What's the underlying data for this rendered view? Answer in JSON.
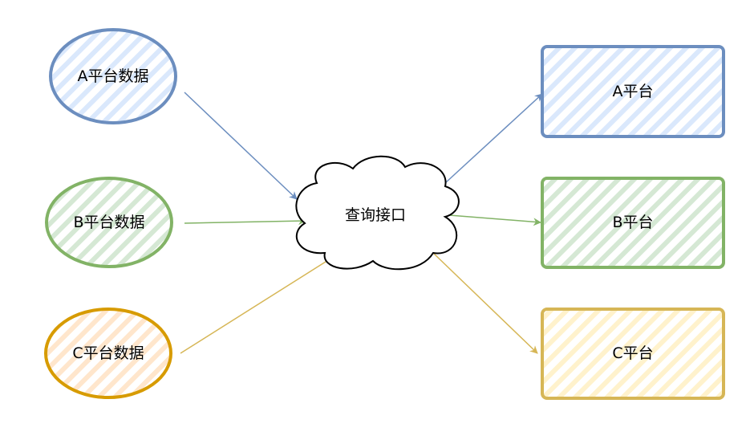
{
  "sources": [
    {
      "label": "A平台数据",
      "stroke": "#6c8ebf",
      "fill": "#dae8fc"
    },
    {
      "label": "B平台数据",
      "stroke": "#82b366",
      "fill": "#d5e8d4"
    },
    {
      "label": "C平台数据",
      "stroke": "#d79b00",
      "fill": "#ffe6cc"
    }
  ],
  "hub": {
    "label": "查询接口"
  },
  "targets": [
    {
      "label": "A平台",
      "stroke": "#6c8ebf",
      "fill": "#dae8fc"
    },
    {
      "label": "B平台",
      "stroke": "#82b366",
      "fill": "#d5e8d4"
    },
    {
      "label": "C平台",
      "stroke": "#d6b656",
      "fill": "#fff2cc"
    }
  ],
  "edges": [
    {
      "from": "A平台数据",
      "to": "查询接口",
      "color": "#6c8ebf"
    },
    {
      "from": "B平台数据",
      "to": "查询接口",
      "color": "#82b366"
    },
    {
      "from": "C平台数据",
      "to": "查询接口",
      "color": "#d6b656"
    },
    {
      "from": "查询接口",
      "to": "A平台",
      "color": "#6c8ebf"
    },
    {
      "from": "查询接口",
      "to": "B平台",
      "color": "#82b366"
    },
    {
      "from": "查询接口",
      "to": "C平台",
      "color": "#d6b656"
    }
  ]
}
